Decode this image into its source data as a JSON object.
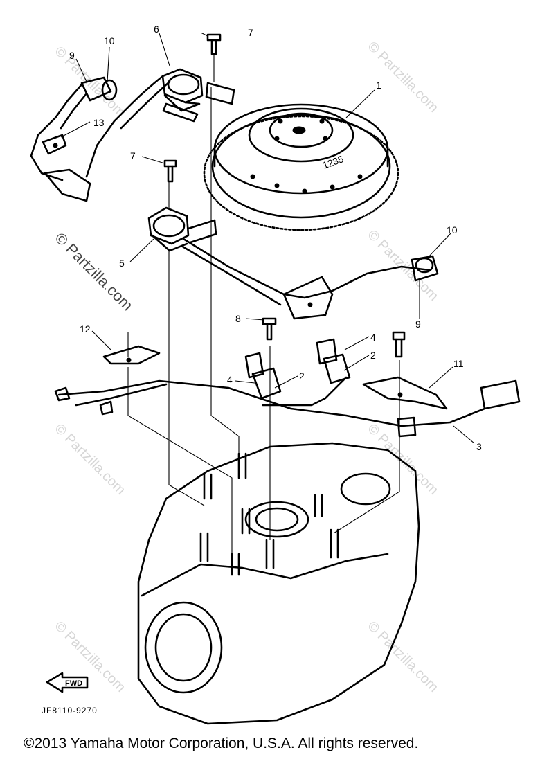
{
  "diagram": {
    "callouts": [
      {
        "id": "c-1",
        "text": "1"
      },
      {
        "id": "c-2a",
        "text": "2"
      },
      {
        "id": "c-2b",
        "text": "2"
      },
      {
        "id": "c-3",
        "text": "3"
      },
      {
        "id": "c-4a",
        "text": "4"
      },
      {
        "id": "c-4b",
        "text": "4"
      },
      {
        "id": "c-5",
        "text": "5"
      },
      {
        "id": "c-6",
        "text": "6"
      },
      {
        "id": "c-7a",
        "text": "7"
      },
      {
        "id": "c-7b",
        "text": "7"
      },
      {
        "id": "c-8",
        "text": "8"
      },
      {
        "id": "c-9a",
        "text": "9"
      },
      {
        "id": "c-9b",
        "text": "9"
      },
      {
        "id": "c-10a",
        "text": "10"
      },
      {
        "id": "c-10b",
        "text": "10"
      },
      {
        "id": "c-11",
        "text": "11"
      },
      {
        "id": "c-12",
        "text": "12"
      },
      {
        "id": "c-13",
        "text": "13"
      }
    ],
    "flywheel_marking": "1235",
    "direction_label": "FWD",
    "drawing_code": "JF8110-9270",
    "watermark": "© Partzilla.com"
  },
  "footer": {
    "copyright": "©2013  Yamaha Motor Corporation, U.S.A. All rights reserved."
  }
}
